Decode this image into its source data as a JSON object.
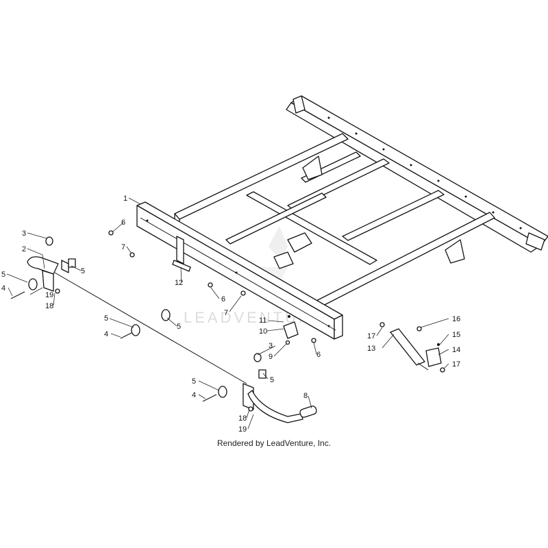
{
  "watermark": {
    "text": "LEADVENTURE"
  },
  "caption": "Rendered by LeadVenture, Inc.",
  "callouts": [
    "1",
    "2",
    "3",
    "3",
    "4",
    "4",
    "4",
    "5",
    "5",
    "5",
    "5",
    "5",
    "5",
    "6",
    "6",
    "6",
    "7",
    "7",
    "8",
    "9",
    "10",
    "11",
    "12",
    "13",
    "14",
    "15",
    "16",
    "17",
    "17",
    "18",
    "18",
    "19",
    "19"
  ]
}
